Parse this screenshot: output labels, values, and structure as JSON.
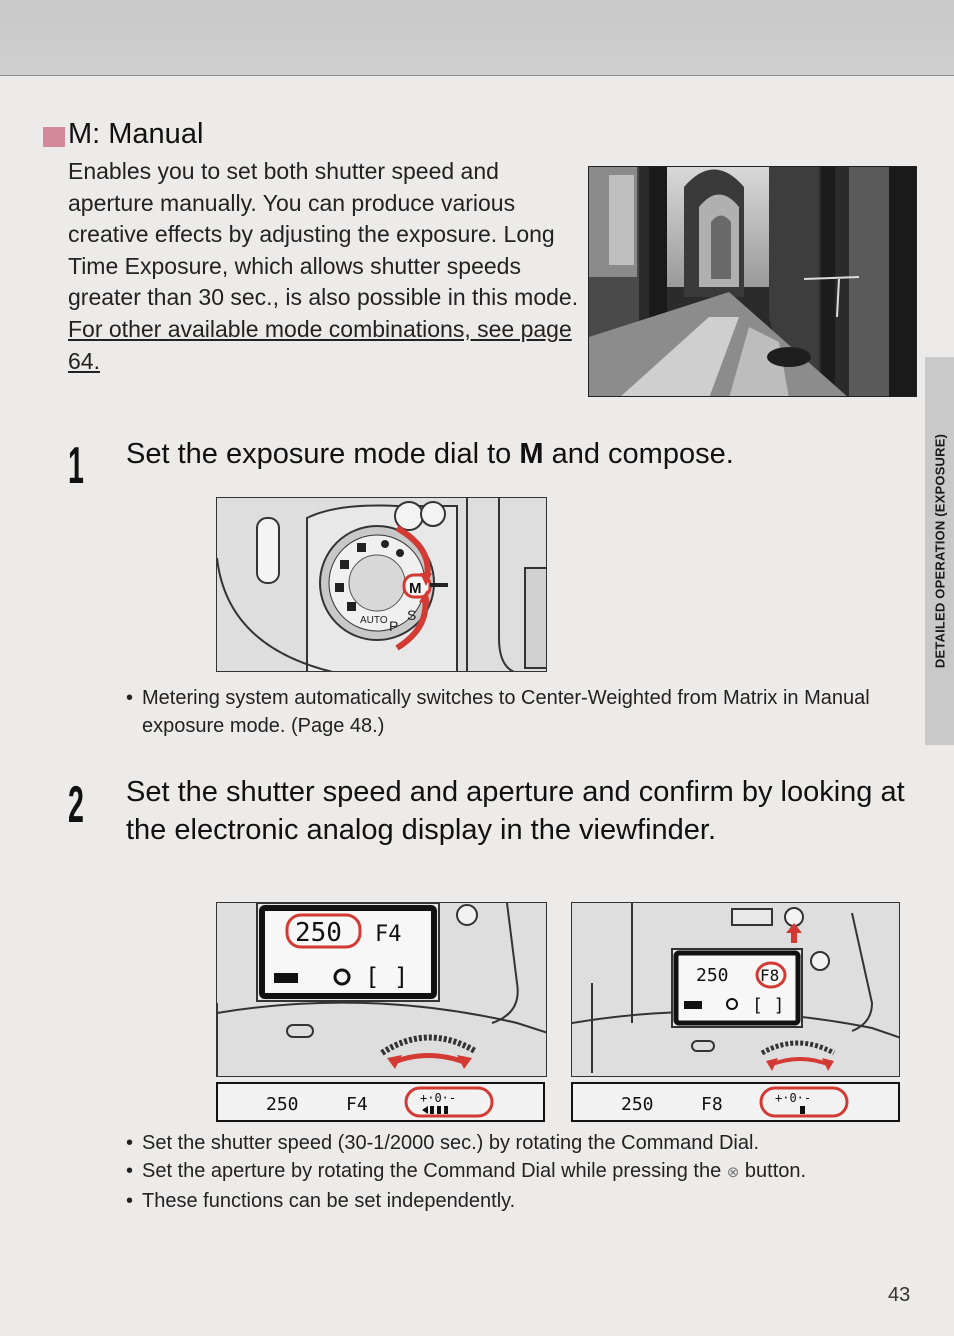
{
  "side_tab": {
    "label": "DETAILED OPERATION (EXPOSURE)"
  },
  "section": {
    "title": "M: Manual",
    "intro": "Enables you to set both shutter speed and aperture manually. You can produce various creative effects by adjusting the exposure. Long Time Exposure, which allows shutter speeds greater than 30 sec., is also possible in this mode.",
    "link": "For other available mode combinations, see page 64."
  },
  "step1": {
    "number": "1",
    "heading_pre": "Set the exposure mode dial to ",
    "heading_bold": "M",
    "heading_post": " and compose.",
    "dial_labels": {
      "m": "M",
      "s": "S",
      "p": "P",
      "auto": "AUTO"
    },
    "notes": [
      "Metering system automatically switches to Center-Weighted from Matrix in Manual exposure mode. (Page 48.)"
    ]
  },
  "step2": {
    "number": "2",
    "heading": "Set the shutter speed and aperture and confirm by looking at the electronic analog display in the viewfinder.",
    "lcd_left": {
      "shutter": "250",
      "aperture": "F4"
    },
    "lcd_right": {
      "shutter": "250",
      "aperture": "F8"
    },
    "viewfinder_left": {
      "shutter": "250",
      "aperture": "F4",
      "scale": "+·0·-"
    },
    "viewfinder_right": {
      "shutter": "250",
      "aperture": "F8",
      "scale": "+·0·-"
    },
    "notes": {
      "n1": "Set the shutter speed (30-1/2000 sec.) by rotating the Command Dial.",
      "n2_pre": "Set the aperture by rotating the Command Dial while pressing the ",
      "n2_icon": "⊗",
      "n2_post": " button.",
      "n3": "These functions can be set independently."
    }
  },
  "page_number": "43",
  "colors": {
    "accent": "#d23a33",
    "marker": "#d28a9b",
    "side_tab": "#c9c9c9"
  }
}
